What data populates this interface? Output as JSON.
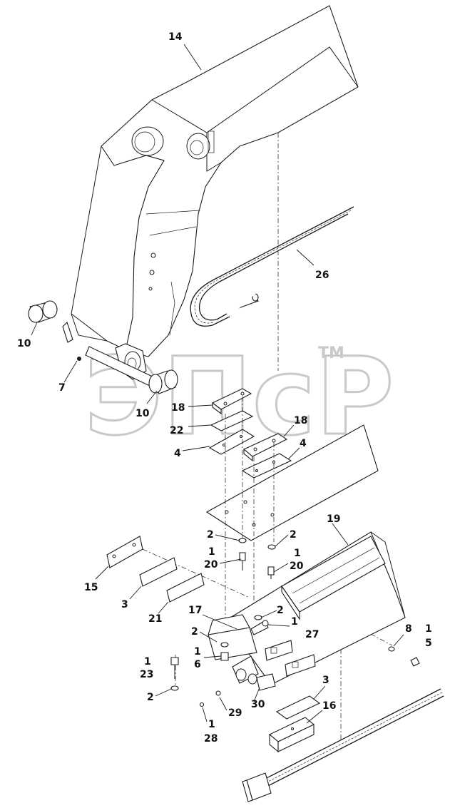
{
  "watermark": {
    "text": "ЭПсР",
    "trademark": "TM",
    "color": "#c9c9c9"
  },
  "labels": {
    "l14": "14",
    "l26": "26",
    "l10a": "10",
    "l10b": "10",
    "l7": "7",
    "l18a": "18",
    "l18b": "18",
    "l22": "22",
    "l4a": "4",
    "l4b": "4",
    "l19": "19",
    "l2a": "2",
    "l2b": "2",
    "l1a": "1",
    "l20a": "20",
    "l1b": "1",
    "l20b": "20",
    "l15": "15",
    "l3a": "3",
    "l21": "21",
    "l17": "17",
    "l2c": "2",
    "l1c": "1",
    "l27": "27",
    "l2d": "2",
    "l1d": "1",
    "l6": "6",
    "l8": "8",
    "l1e": "1",
    "l5": "5",
    "l1f": "1",
    "l23": "23",
    "l2e": "2",
    "l29": "29",
    "l30": "30",
    "l3b": "3",
    "l16": "16",
    "l1g": "1",
    "l28": "28"
  }
}
